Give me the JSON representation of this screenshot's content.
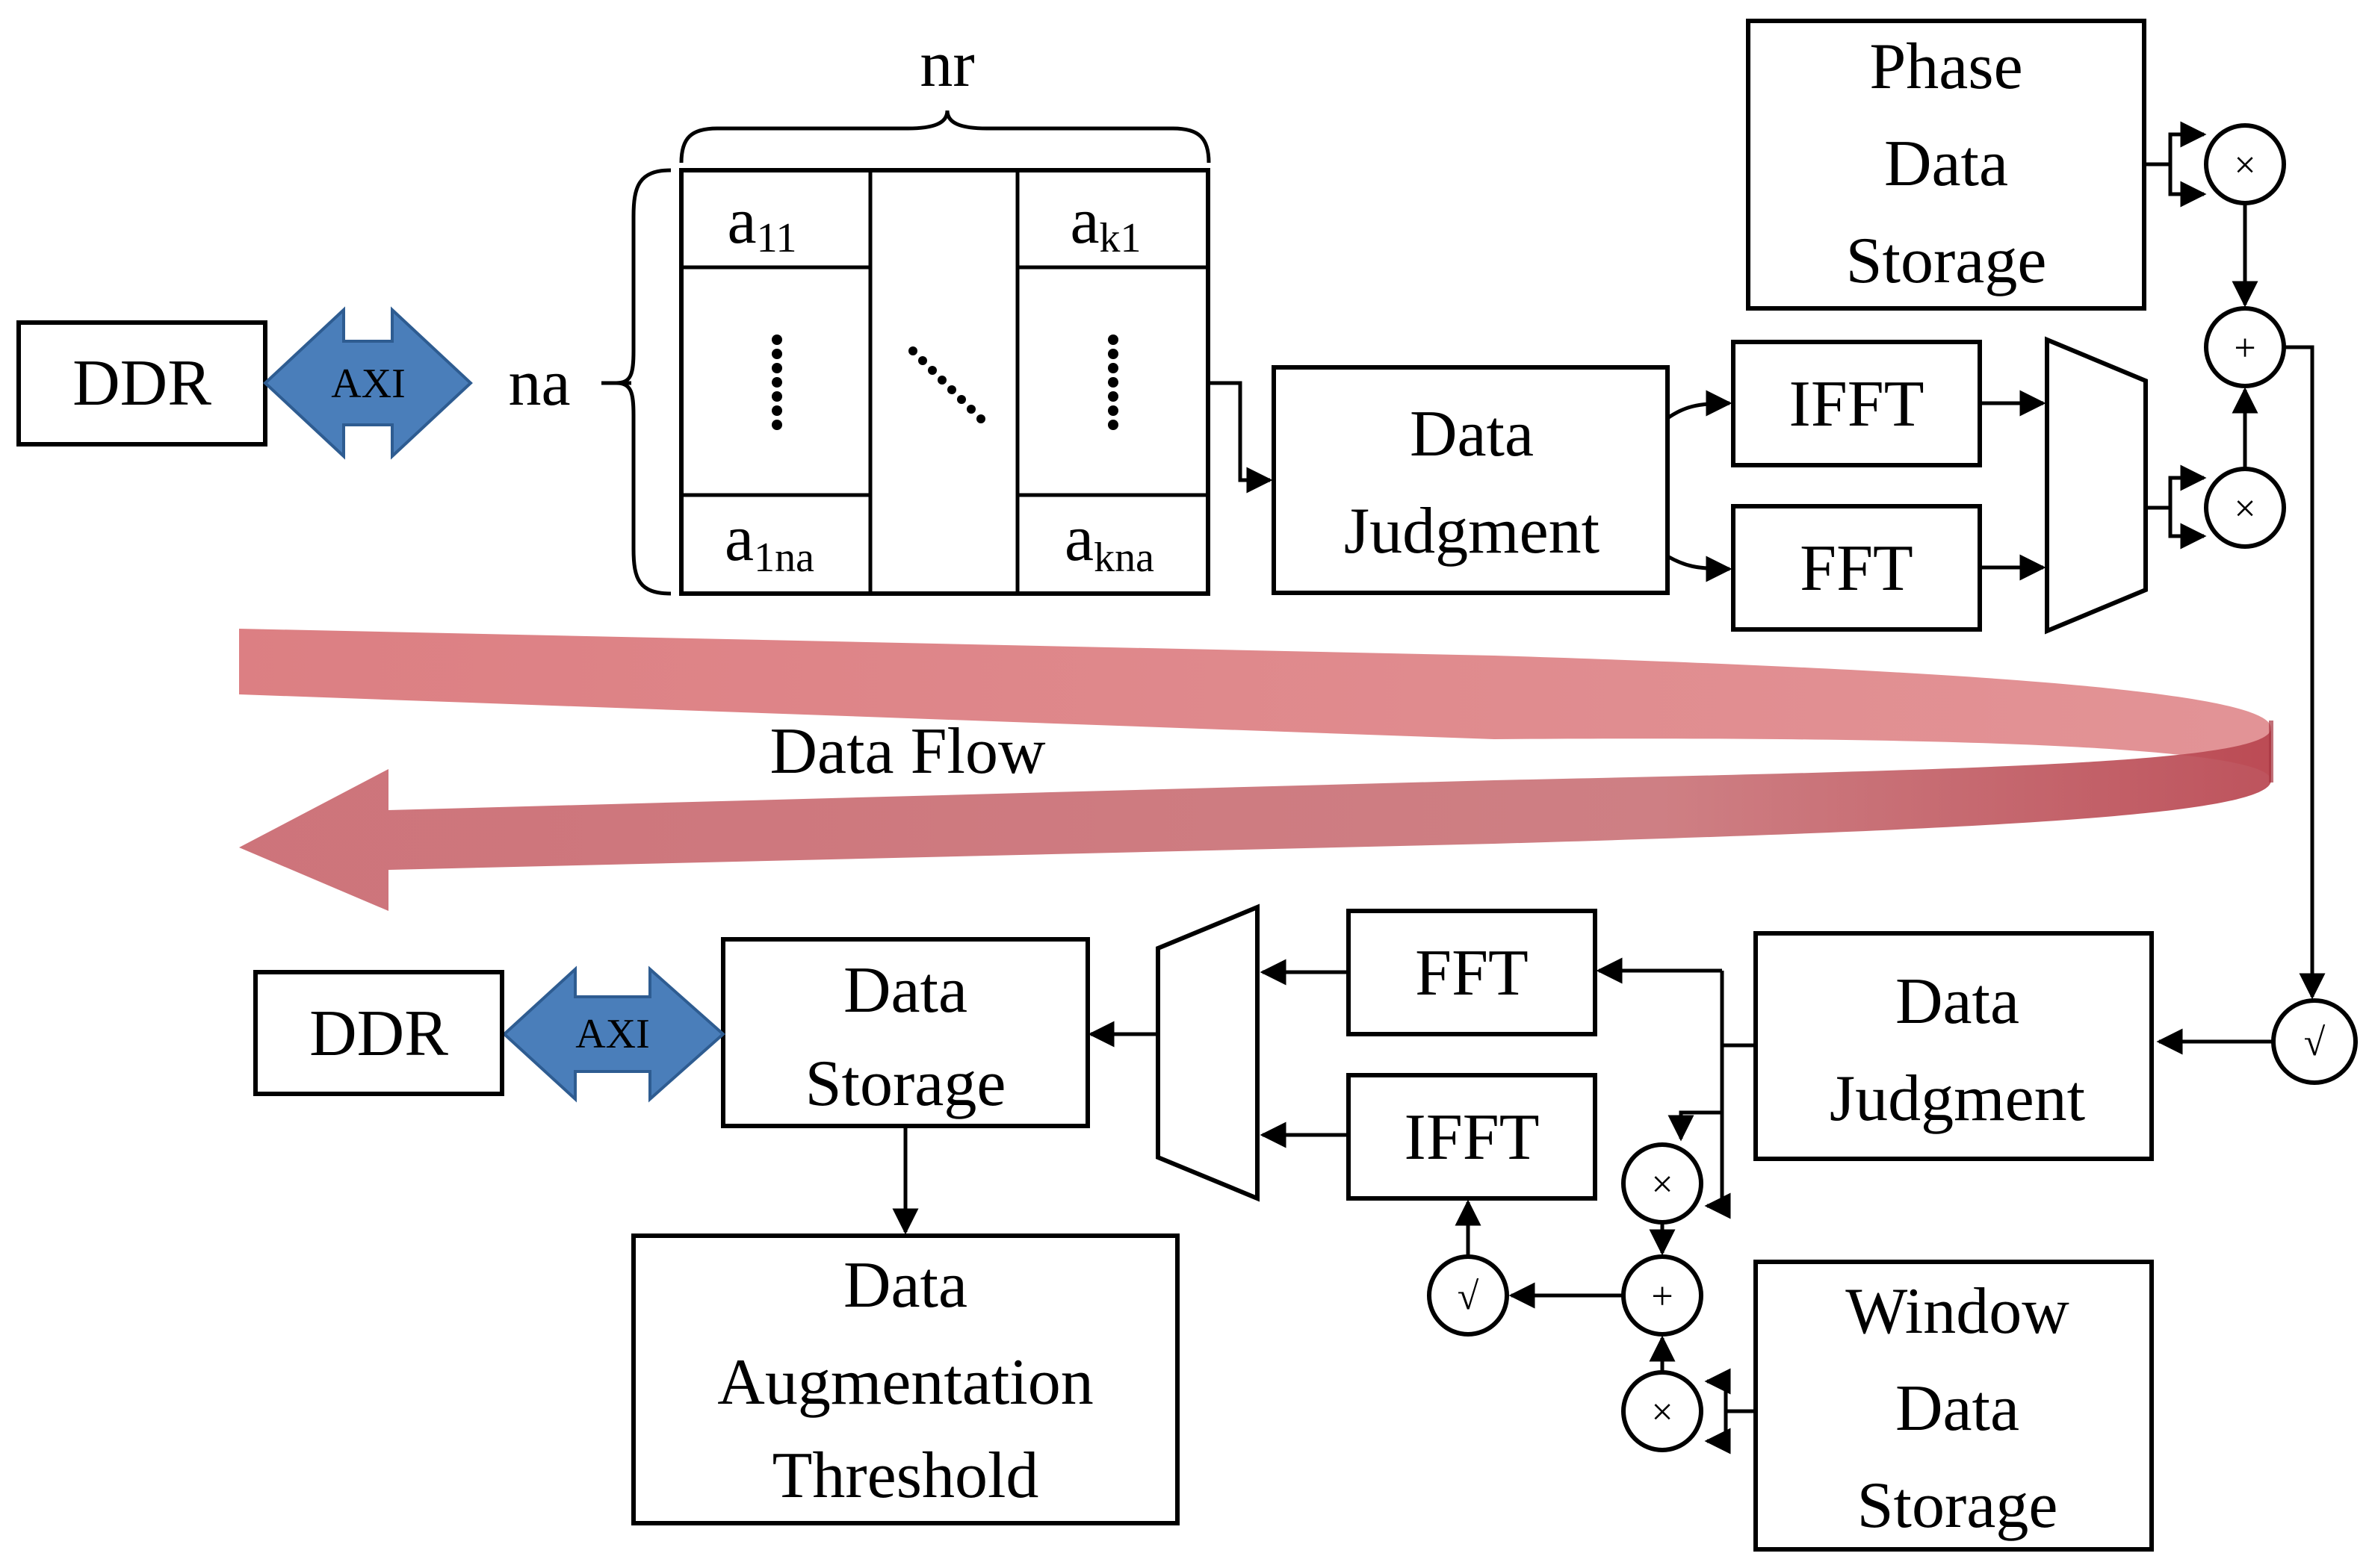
{
  "colors": {
    "axi_fill": "#4a7eba",
    "axi_stroke": "#2e5c91",
    "flow_band": "#d9757a"
  },
  "top": {
    "ddr": "DDR",
    "axi": "AXI",
    "na": "na",
    "nr": "nr",
    "matrix": {
      "a11": "a",
      "a11_sub": "11",
      "ak1": "a",
      "ak1_sub": "k1",
      "a1na": "a",
      "a1na_sub": "1na",
      "akna": "a",
      "akna_sub": "kna"
    },
    "data_judgment": [
      "Data",
      "Judgment"
    ],
    "ifft": "IFFT",
    "fft": "FFT",
    "phase_storage": [
      "Phase",
      "Data",
      "Storage"
    ]
  },
  "flow_label": "Data Flow",
  "bottom": {
    "ddr": "DDR",
    "axi": "AXI",
    "data_storage": [
      "Data",
      "Storage"
    ],
    "fft": "FFT",
    "ifft": "IFFT",
    "data_judgment": [
      "Data",
      "Judgment"
    ],
    "window_storage": [
      "Window",
      "Data",
      "Storage"
    ],
    "augmentation": [
      "Data",
      "Augmentation",
      "Threshold"
    ]
  },
  "operators": {
    "multiply": "×",
    "add": "+",
    "sqrt": "√"
  }
}
